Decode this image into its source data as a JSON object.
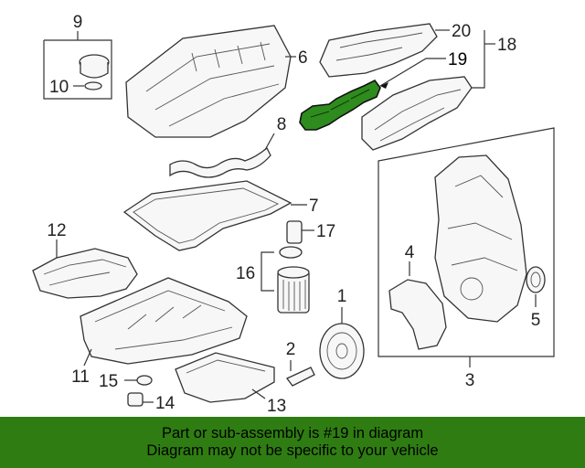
{
  "diagram": {
    "callouts": [
      "1",
      "2",
      "3",
      "4",
      "5",
      "6",
      "7",
      "8",
      "9",
      "10",
      "11",
      "12",
      "13",
      "14",
      "15",
      "16",
      "17",
      "18",
      "19",
      "20"
    ],
    "highlighted_callout": "19"
  },
  "banner": {
    "line1": "Part or sub-assembly is #19 in diagram",
    "line2": "Diagram may not be specific to your vehicle",
    "background": "#2f7d12"
  },
  "colors": {
    "highlight_part": "#2e8b1e",
    "line_art": "#333333"
  }
}
